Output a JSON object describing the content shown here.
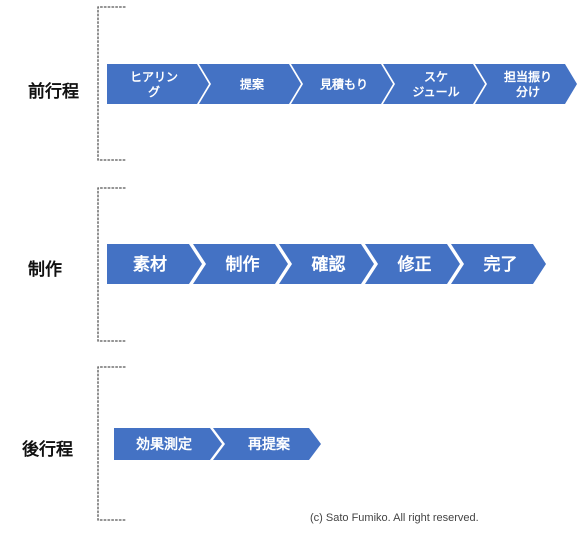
{
  "colors": {
    "step_fill": "#4472C4",
    "step_text": "#FFFFFF",
    "label_text": "#111111",
    "bracket": "#555555"
  },
  "phases": [
    {
      "label": "前行程",
      "steps": [
        {
          "label": "ヒアリン\nグ"
        },
        {
          "label": "提案"
        },
        {
          "label": "見積もり"
        },
        {
          "label": "スケ\nジュール"
        },
        {
          "label": "担当振り\n分け"
        }
      ]
    },
    {
      "label": "制作",
      "steps": [
        {
          "label": "素材"
        },
        {
          "label": "制作"
        },
        {
          "label": "確認"
        },
        {
          "label": "修正"
        },
        {
          "label": "完了"
        }
      ]
    },
    {
      "label": "後行程",
      "steps": [
        {
          "label": "効果測定"
        },
        {
          "label": "再提案"
        }
      ]
    }
  ],
  "copyright": "(c) Sato Fumiko. All right reserved."
}
